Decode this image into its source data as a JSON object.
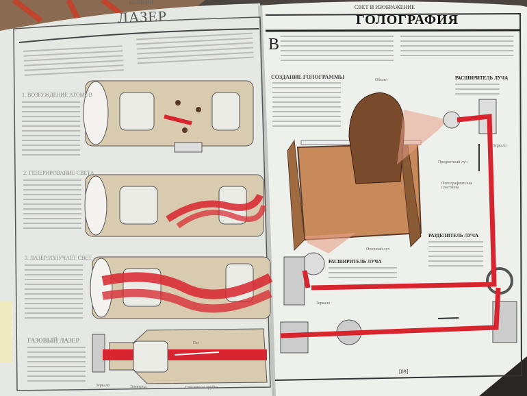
{
  "left_page": {
    "running_head": "ВОЛНЫ",
    "title": "ЛАЗЕР",
    "sections": [
      {
        "heading": "1. ВОЗБУЖДЕНИЕ АТОМОВ"
      },
      {
        "heading": "2. ГЕНЕРИРОВАНИЕ СВЕТА"
      },
      {
        "heading": "3. ЛАЗЕР ИЗЛУЧАЕТ СВЕТ"
      },
      {
        "heading": "ГАЗОВЫЙ ЛАЗЕР"
      }
    ],
    "gas_laser_labels": {
      "mirror": "Зеркало",
      "electrode": "Электрод",
      "tube": "Стеклянная трубка",
      "gas": "Газ"
    }
  },
  "right_page": {
    "running_head": "СВЕТ И ИЗОБРАЖЕНИЕ",
    "title": "ГОЛОГРАФИЯ",
    "drop_cap": "В",
    "section_heading": "СОЗДАНИЕ ГОЛОГРАММЫ",
    "labels": {
      "object": "Объект",
      "object_beam": "Предметный луч",
      "reference_beam": "Опорный луч",
      "plate": "Фотографическая пластинка",
      "mirror": "Зеркало",
      "expander_top": "РАСШИРИТЕЛЬ ЛУЧА",
      "expander_bottom": "РАСШИРИТЕЛЬ ЛУЧА",
      "splitter": "РАЗДЕЛИТЕЛЬ ЛУЧА"
    },
    "page_number": "[89]"
  },
  "colors": {
    "laser_red": "#d8242e",
    "page": "#eceeea",
    "wood": "#c88a5a",
    "mammoth": "#7a4a2c"
  }
}
